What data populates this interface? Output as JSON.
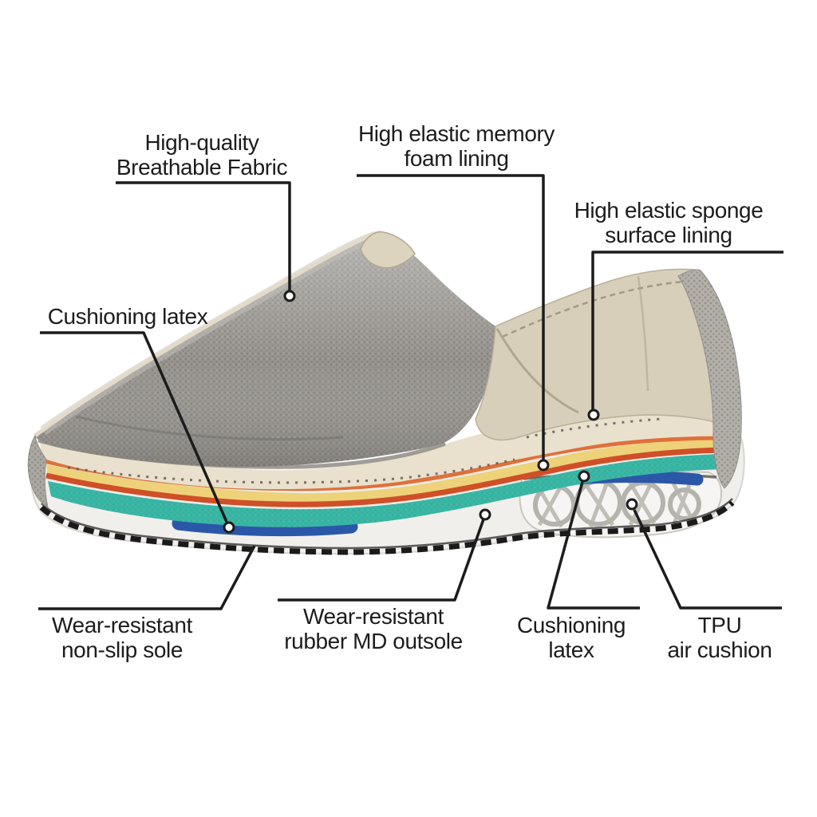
{
  "callouts": {
    "breathable_fabric": {
      "line1": "High-quality",
      "line2": "Breathable Fabric"
    },
    "memory_foam": {
      "line1": "High elastic memory",
      "line2": "foam lining"
    },
    "sponge_lining": {
      "line1": "High elastic sponge",
      "line2": "surface lining"
    },
    "cushioning_latex_left": {
      "line1": "Cushioning latex"
    },
    "non_slip_sole": {
      "line1": "Wear-resistant",
      "line2": "non-slip sole"
    },
    "md_outsole": {
      "line1": "Wear-resistant",
      "line2": "rubber MD outsole"
    },
    "cushioning_latex_bottom": {
      "line1": "Cushioning",
      "line2": "latex"
    },
    "tpu_air_cushion": {
      "line1": "TPU",
      "line2": "air cushion"
    }
  },
  "colors": {
    "background": "#ffffff",
    "text": "#1c1c1c",
    "leader_line": "#1c1c1c",
    "fabric_grey": "#96938e",
    "heel_beige": "#d8cfba",
    "trim_beige": "#ddd4bf",
    "insole_beige": "#e9e1cd",
    "orange_line": "#e0703a",
    "red_line": "#cf4f28",
    "yellow_foam": "#edd27a",
    "teal_foam": "#33b9a6",
    "blue_latex": "#2b57a8",
    "sole_white": "#f1efeb",
    "outsole_black": "#1a1a1a",
    "tpu_grey": "#a09d96"
  }
}
